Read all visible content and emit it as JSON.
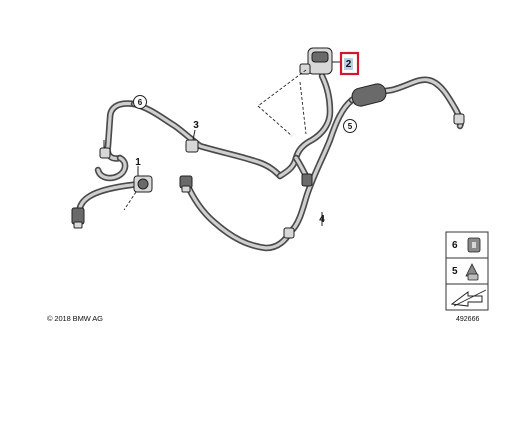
{
  "copyright": "© 2018 BMW AG",
  "diagram_id": "492666",
  "callouts": {
    "c1": "1",
    "c2": "2",
    "c3": "3",
    "c4": "4",
    "c5": "5",
    "c6": "6"
  },
  "legend": {
    "item_6": "6",
    "item_5": "5"
  },
  "highlight_color": "#d2182d",
  "highlight_fill": "#b9cfe6",
  "icons": {
    "clip": "pipe-clip-icon",
    "grommet": "grommet-icon",
    "direction": "direction-arrow-icon"
  }
}
